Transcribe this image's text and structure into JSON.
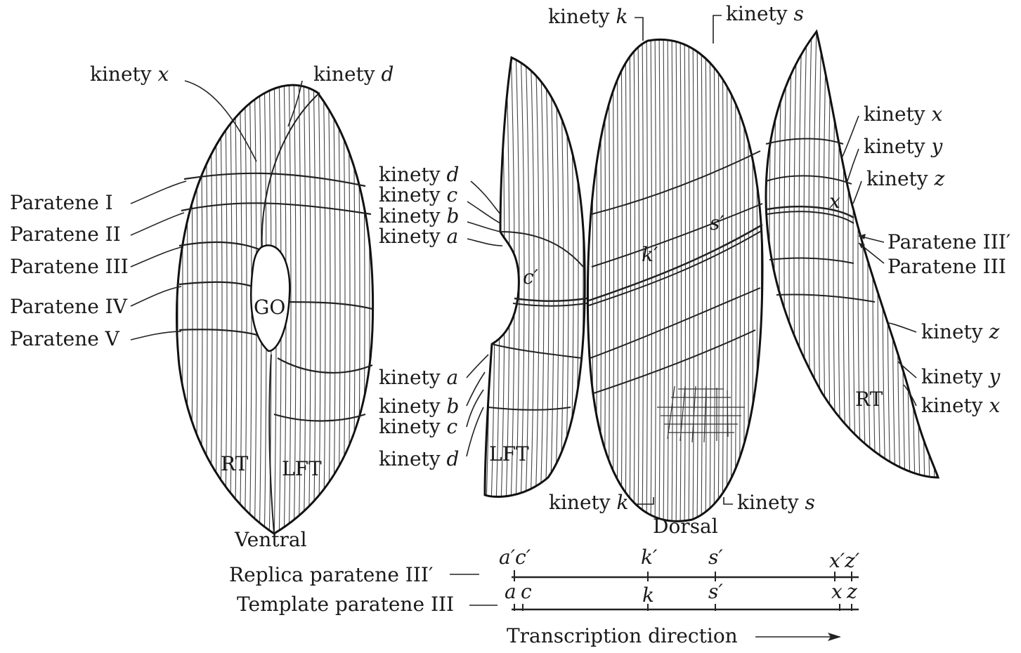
{
  "ventral": {
    "kinety_x": {
      "word": "kinety",
      "letter": "x"
    },
    "kinety_d": {
      "word": "kinety",
      "letter": "d"
    },
    "paratenes": [
      "Paratene I",
      "Paratene II",
      "Paratene III",
      "Paratene IV",
      "Paratene V"
    ],
    "go": "GO",
    "rt": "RT",
    "lft": "LFT",
    "caption": "Ventral"
  },
  "dorsal": {
    "top_k": {
      "word": "kinety",
      "letter": "k"
    },
    "top_s": {
      "word": "kinety",
      "letter": "s"
    },
    "left_upper": [
      {
        "word": "kinety",
        "letter": "d"
      },
      {
        "word": "kinety",
        "letter": "c"
      },
      {
        "word": "kinety",
        "letter": "b"
      },
      {
        "word": "kinety",
        "letter": "a"
      }
    ],
    "left_lower": [
      {
        "word": "kinety",
        "letter": "a"
      },
      {
        "word": "kinety",
        "letter": "b"
      },
      {
        "word": "kinety",
        "letter": "c"
      },
      {
        "word": "kinety",
        "letter": "d"
      }
    ],
    "right_upper": [
      {
        "word": "kinety",
        "letter": "x"
      },
      {
        "word": "kinety",
        "letter": "y"
      },
      {
        "word": "kinety",
        "letter": "z"
      }
    ],
    "paratene_iii_prime": "Paratene III′",
    "paratene_iii": "Paratene III",
    "right_lower": [
      {
        "word": "kinety",
        "letter": "z"
      },
      {
        "word": "kinety",
        "letter": "y"
      },
      {
        "word": "kinety",
        "letter": "x"
      }
    ],
    "inner": {
      "c_prime": "c′",
      "s_prime": "s′",
      "k_prime": "k′",
      "x": "x"
    },
    "rt": "RT",
    "lft": "LFT",
    "bottom_k": {
      "word": "kinety",
      "letter": "k"
    },
    "bottom_s": {
      "word": "kinety",
      "letter": "s"
    },
    "caption": "Dorsal"
  },
  "bottom": {
    "replica_label": "Replica paratene III′",
    "template_label": "Template paratene III",
    "replica_ticks": [
      "a′c′",
      "k′",
      "s′",
      "x′z′"
    ],
    "template_ticks": [
      "a",
      "c",
      "k",
      "s′",
      "x",
      "z"
    ],
    "direction": "Transcription direction"
  }
}
